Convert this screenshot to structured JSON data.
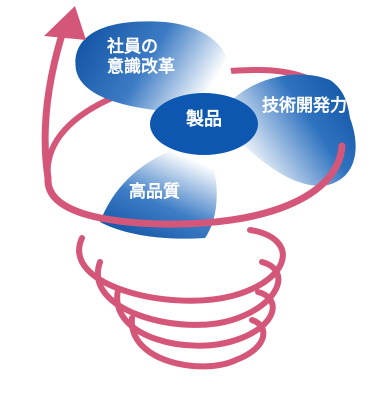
{
  "diagram": {
    "center_label": "製品",
    "blades": [
      {
        "label_lines": [
          "社員の",
          "意識改革"
        ]
      },
      {
        "label_lines": [
          "技術開発力"
        ]
      },
      {
        "label_lines": [
          "高品質"
        ]
      }
    ]
  },
  "colors": {
    "blade_dark": "#0b4ea0",
    "blade_light": "#ffffff",
    "center": "#0d57b0",
    "spiral": "#d4577a",
    "label_text": "#ffffff"
  }
}
